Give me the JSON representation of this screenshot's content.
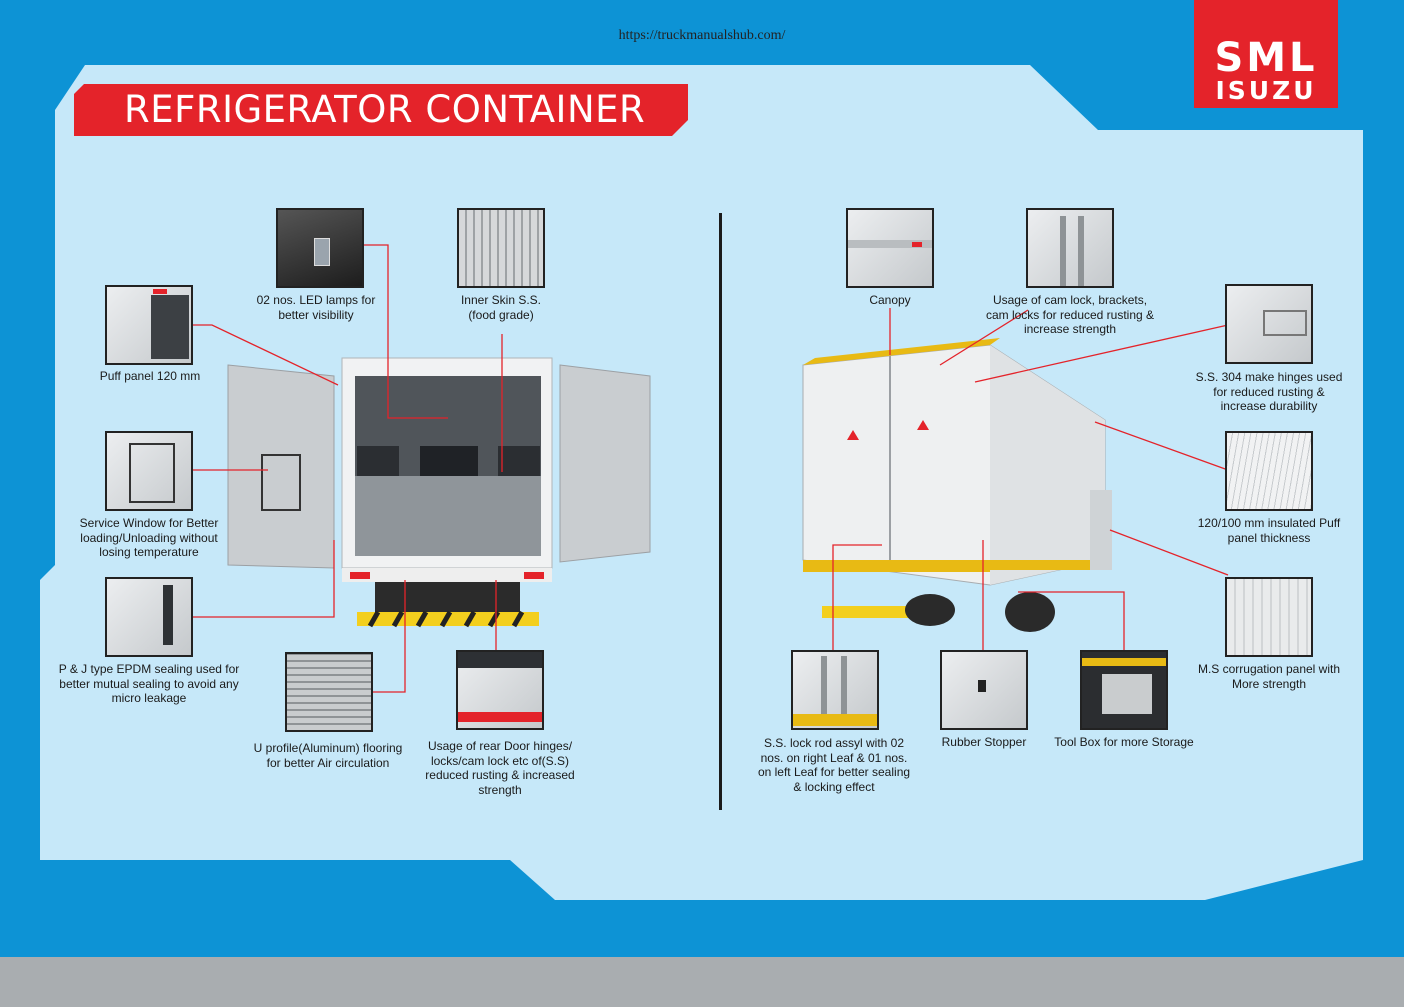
{
  "url": "https://truckmanualshub.com/",
  "brand": {
    "line1": "SML",
    "line2": "ISUZU"
  },
  "title": "REFRIGERATOR CONTAINER",
  "colors": {
    "background": "#0d93d5",
    "panel": "#c6e8f9",
    "accent": "#e4232a",
    "footer": "#a9adb0"
  },
  "left_features": {
    "led_lamps": "02 nos. LED lamps for better visibility",
    "inner_skin": "Inner Skin S.S. (food grade)",
    "puff_panel": "Puff panel 120 mm",
    "service_window": "Service Window for Better loading/Unloading without losing temperature",
    "epdm_sealing": "P & J type EPDM sealing used for better mutual sealing to avoid any micro leakage",
    "u_profile_flooring": "U profile(Aluminum) flooring for better Air circulation",
    "rear_door_hinges": "Usage of rear Door hinges/ locks/cam lock etc of(S.S) reduced rusting & increased strength"
  },
  "right_features": {
    "canopy": "Canopy",
    "cam_lock": "Usage of cam lock, brackets, cam locks for reduced rusting & increase strength",
    "ss304_hinges": "S.S. 304 make hinges used for reduced rusting & increase durability",
    "insulated_panel": "120/100 mm insulated Puff panel thickness",
    "corrugation_panel": "M.S corrugation panel with More strength",
    "lock_rod": "S.S. lock rod assyl with 02 nos. on right Leaf & 01 nos. on left Leaf for better sealing & locking effect",
    "rubber_stopper": "Rubber Stopper",
    "tool_box": "Tool Box for more Storage"
  },
  "icons": [
    "warning-triangle-icon"
  ]
}
